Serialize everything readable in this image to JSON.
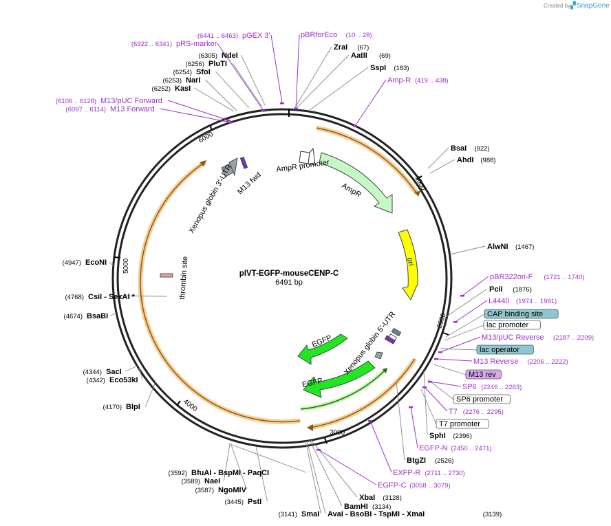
{
  "watermark": {
    "prefix": "Created by",
    "brand": "SnapGene"
  },
  "plasmid": {
    "name": "pIVT-EGFP-mouseCENP-C",
    "length": "6491 bp"
  },
  "tick_labels": [
    "1000",
    "2000",
    "3000",
    "4000",
    "5000",
    "6000"
  ],
  "features": [
    {
      "name": "AmpR promoter",
      "color": "#ffffff"
    },
    {
      "name": "AmpR",
      "color": "#c6f7c6"
    },
    {
      "name": "ori",
      "color": "#ffff00"
    },
    {
      "name": "Xenopus globin 5'-UTR",
      "color": "#5f8a9e"
    },
    {
      "name": "EGFP",
      "color": "#22e622"
    },
    {
      "name": "EGFP",
      "color": "#22e622"
    },
    {
      "name": "thrombin site",
      "color": "#e6a0a8"
    },
    {
      "name": "Xenopus globin 3'-UTR",
      "color": "#9aa0a6"
    },
    {
      "name": "M13 fwd",
      "color": "#7c2fbf"
    }
  ],
  "enzymes": [
    {
      "name": "ZraI",
      "pos": "(67)"
    },
    {
      "name": "AatII",
      "pos": "(69)"
    },
    {
      "name": "SspI",
      "pos": "(183)"
    },
    {
      "name": "BsaI",
      "pos": "(922)"
    },
    {
      "name": "AhdI",
      "pos": "(988)"
    },
    {
      "name": "AlwNI",
      "pos": "(1467)"
    },
    {
      "name": "PciI",
      "pos": "(1876)"
    },
    {
      "name": "SphI",
      "pos": "(2396)"
    },
    {
      "name": "BtgZI",
      "pos": "(2526)"
    },
    {
      "name": "XbaI",
      "pos": "(3128)"
    },
    {
      "name": "BamHI",
      "pos": "(3134)"
    },
    {
      "name": "AvaI  -  BsoBI  -  TspMI  -  XmaI",
      "pos": "(3139)"
    },
    {
      "name": "SmaI",
      "pos": "(3141)"
    },
    {
      "name": "PstI",
      "pos": "(3445)"
    },
    {
      "name": "NgoMIV",
      "pos": "(3587)"
    },
    {
      "name": "NaeI",
      "pos": "(3589)"
    },
    {
      "name": "BfuAI  -  BspMI  -  PaqCI",
      "pos": "(3592)"
    },
    {
      "name": "BlpI",
      "pos": "(4170)"
    },
    {
      "name": "Eco53kI",
      "pos": "(4342)"
    },
    {
      "name": "SacI",
      "pos": "(4344)"
    },
    {
      "name": "BsaBI",
      "pos": "(4674)"
    },
    {
      "name": "CsiI  -  SexAI  *",
      "pos": "(4768)"
    },
    {
      "name": "EcoNI",
      "pos": "(4947)"
    },
    {
      "name": "KasI",
      "pos": "(6252)"
    },
    {
      "name": "NarI",
      "pos": "(6253)"
    },
    {
      "name": "SfoI",
      "pos": "(6254)"
    },
    {
      "name": "PluTI",
      "pos": "(6256)"
    },
    {
      "name": "NdeI",
      "pos": "(6305)"
    }
  ],
  "primers": [
    {
      "name": "pBRforEco",
      "pos": "(10 .. 28)"
    },
    {
      "name": "Amp-R",
      "pos": "(419 .. 438)"
    },
    {
      "name": "pBR322ori-F",
      "pos": "(1721 .. 1740)"
    },
    {
      "name": "L4440",
      "pos": "(1974 .. 1991)"
    },
    {
      "name": "M13/pUC Reverse",
      "pos": "(2187 .. 2209)"
    },
    {
      "name": "M13 Reverse",
      "pos": "(2206 .. 2222)"
    },
    {
      "name": "SP6",
      "pos": "(2246 .. 2263)"
    },
    {
      "name": "T7",
      "pos": "(2276 .. 2295)"
    },
    {
      "name": "EGFP-N",
      "pos": "(2450 .. 2471)"
    },
    {
      "name": "EXFP-R",
      "pos": "(2711 .. 2730)"
    },
    {
      "name": "EGFP-C",
      "pos": "(3058 .. 3079)"
    },
    {
      "name": "M13 Forward",
      "pos": "(6097 .. 6114)"
    },
    {
      "name": "M13/pUC Forward",
      "pos": "(6106 .. 6128)"
    },
    {
      "name": "pRS-marker",
      "pos": "(6322 .. 6341)"
    },
    {
      "name": "pGEX 3'",
      "pos": "(6441 .. 6463)"
    }
  ],
  "boxed_features": [
    {
      "name": "CAP binding site",
      "color": "#8ec7cf"
    },
    {
      "name": "lac promoter",
      "color": "#ffffff"
    },
    {
      "name": "lac operator",
      "color": "#8ec7cf"
    },
    {
      "name": "M13 rev",
      "color": "#d9a6ef"
    },
    {
      "name": "SP6 promoter",
      "color": "#ffffff"
    },
    {
      "name": "T7 promoter",
      "color": "#ffffff"
    }
  ]
}
